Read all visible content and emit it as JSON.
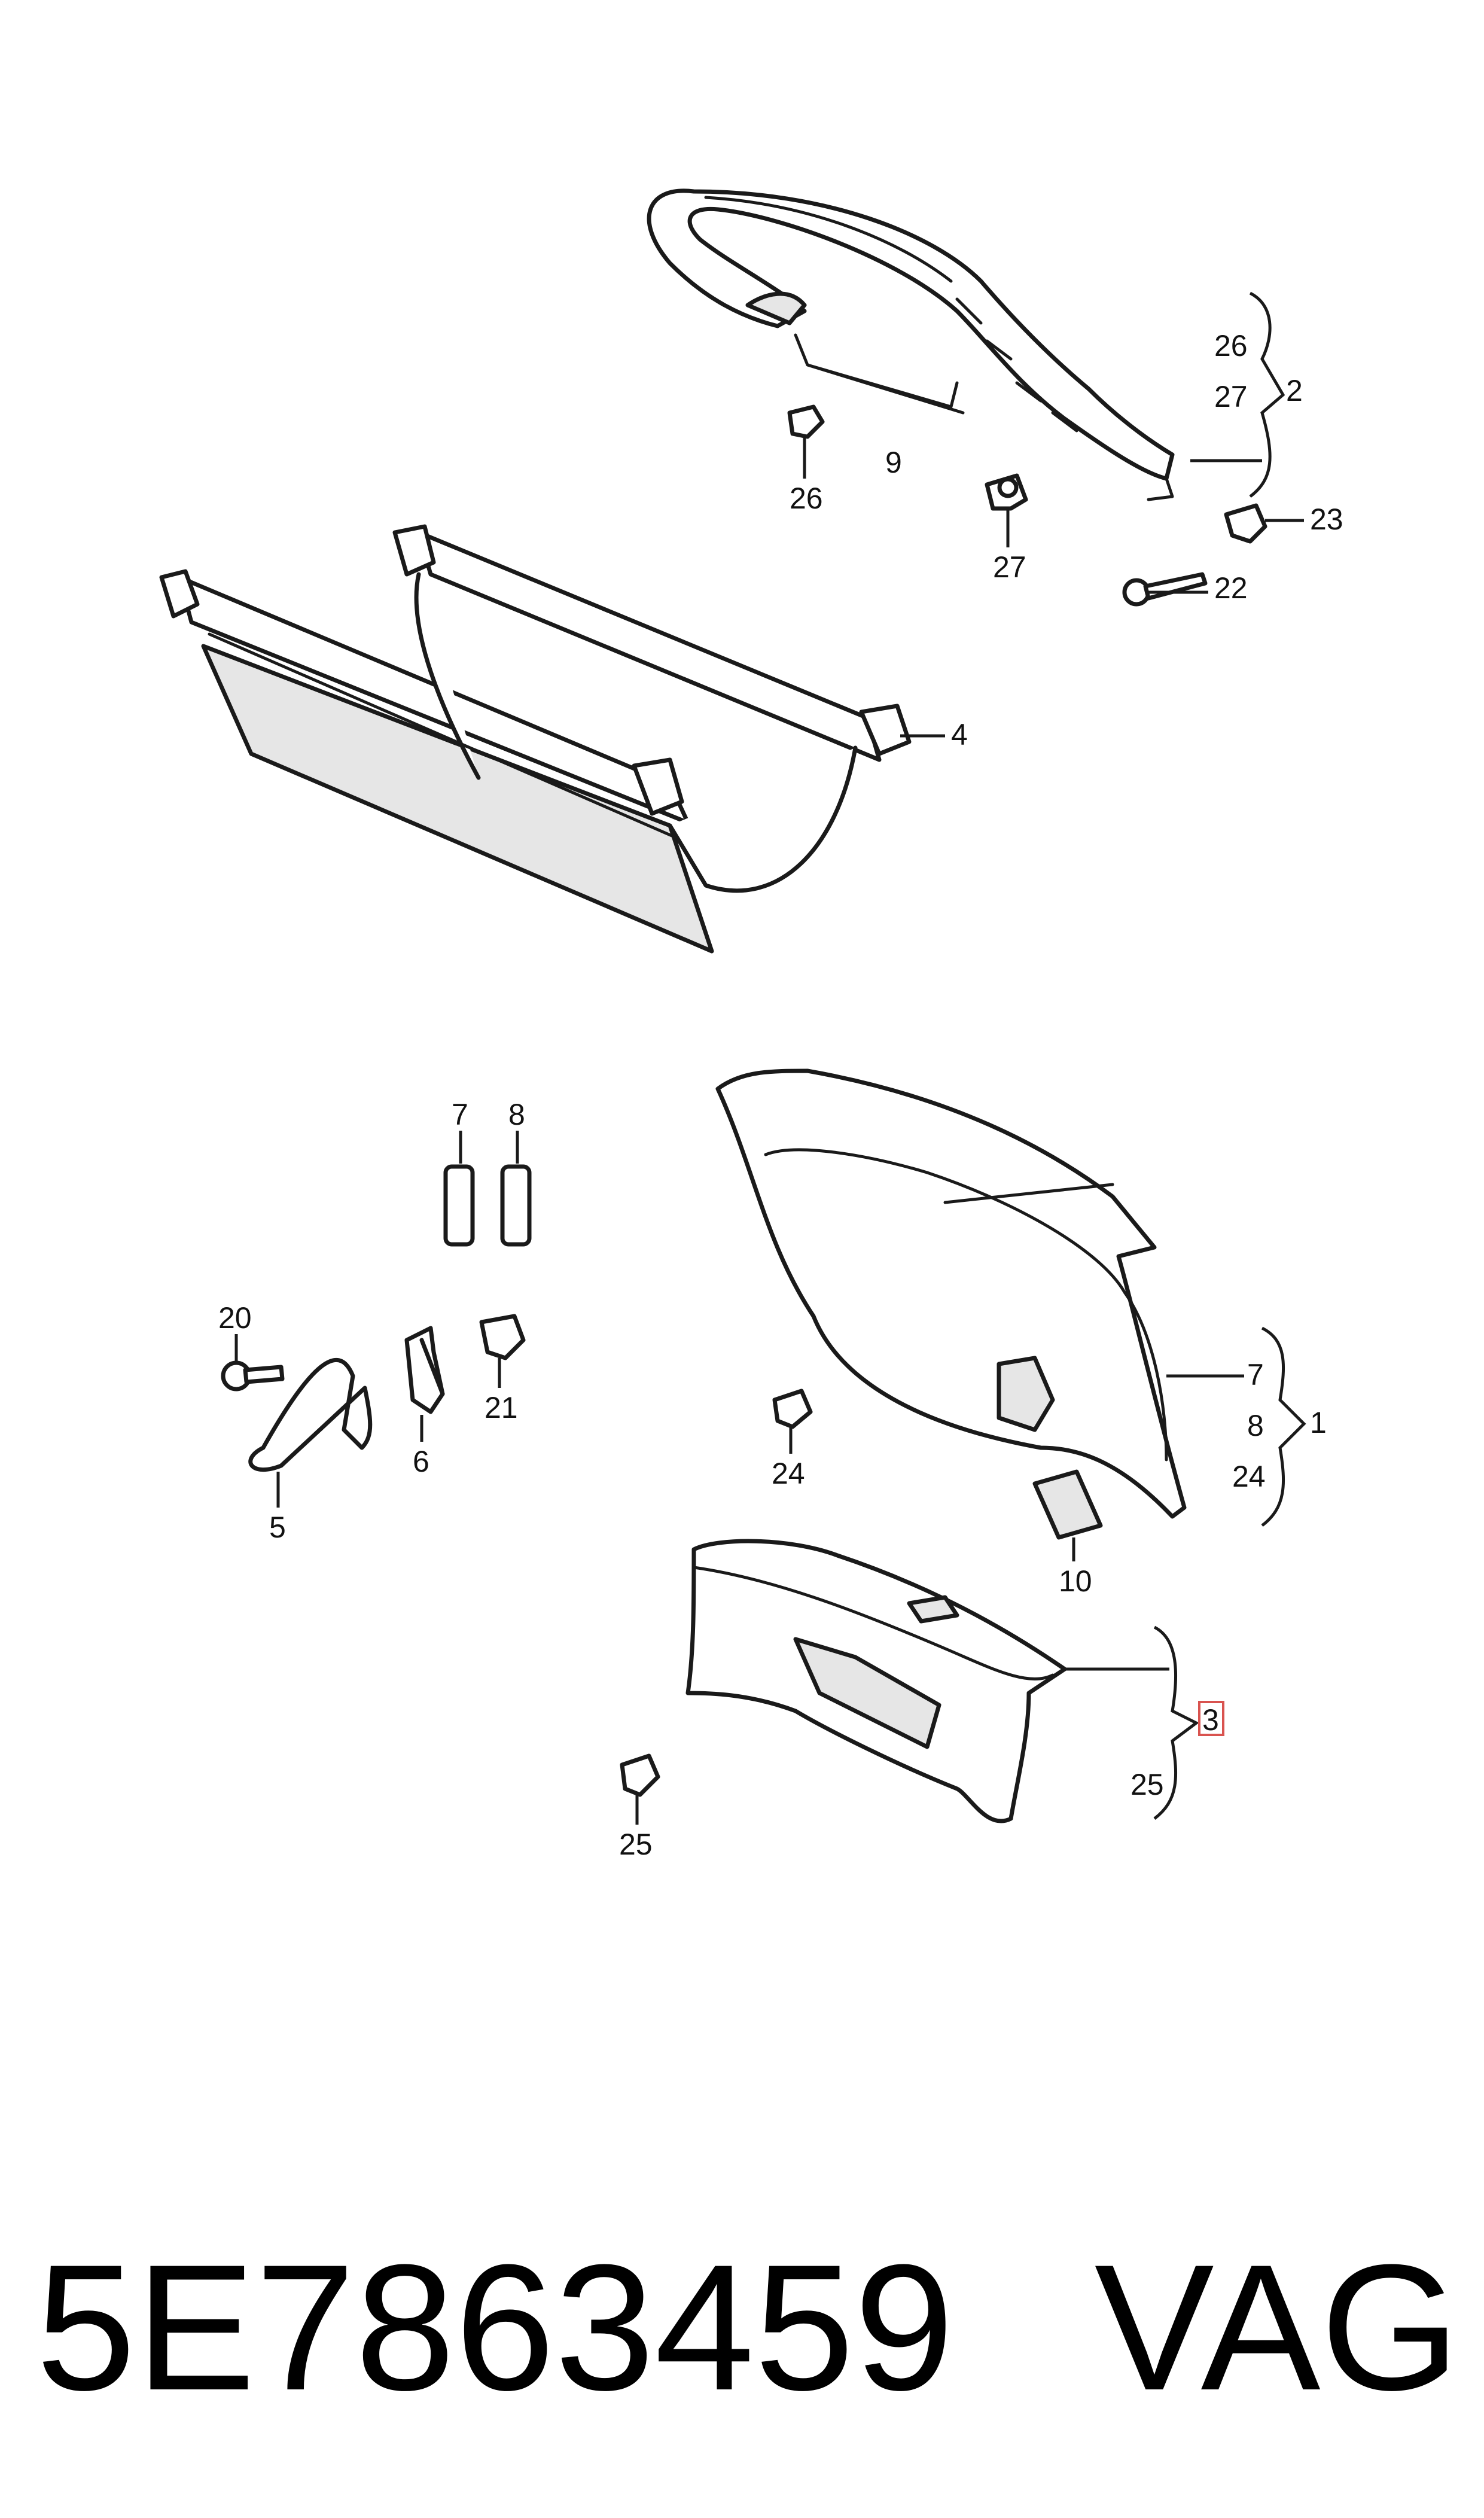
{
  "callouts": {
    "c26a": "26",
    "c27a": "27",
    "c2": "2",
    "c9": "9",
    "c26b": "26",
    "c27b": "27",
    "c23": "23",
    "c22": "22",
    "c4": "4",
    "c7a": "7",
    "c8a": "8",
    "c7b": "7",
    "c8b": "8",
    "c1": "1",
    "c24a": "24",
    "c20": "20",
    "c6": "6",
    "c21": "21",
    "c5": "5",
    "c24b": "24",
    "c10": "10",
    "c3": "3",
    "c25a": "25",
    "c25b": "25"
  },
  "highlight_color": "#d9534f",
  "footer": {
    "part_number": "5E7863459",
    "brand": "VAG"
  }
}
